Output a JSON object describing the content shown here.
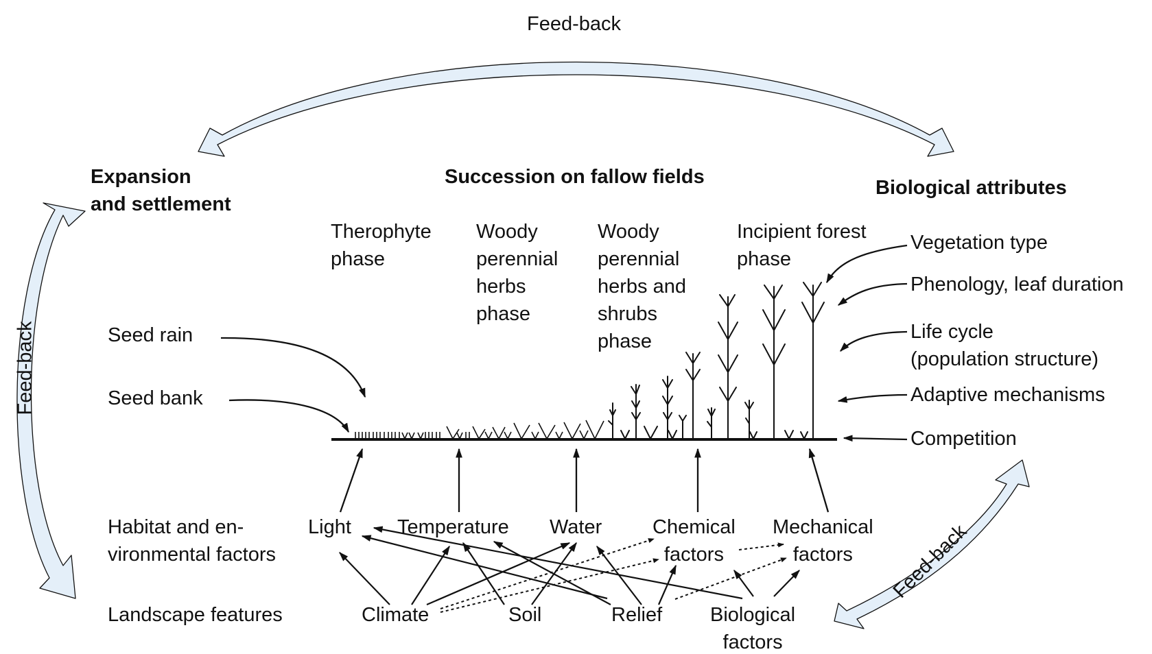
{
  "headings": {
    "expansion": "Expansion\nand settlement",
    "succession": "Succession on fallow fields",
    "biological": "Biological attributes"
  },
  "feedback": {
    "top": "Feed-back",
    "left": "Feed-back",
    "right": "Feed-back"
  },
  "phases": [
    {
      "label": "Therophyte\nphase"
    },
    {
      "label": "Woody\nperennial\nherbs\nphase"
    },
    {
      "label": "Woody\nperennial\nherbs and\nshrubs\nphase"
    },
    {
      "label": "Incipient forest\nphase"
    }
  ],
  "left_inputs": [
    {
      "label": "Seed rain"
    },
    {
      "label": "Seed bank"
    }
  ],
  "row_labels": {
    "habitat": "Habitat and en-\nvironmental factors",
    "landscape": "Landscape features"
  },
  "environmental_factors": [
    {
      "label": "Light"
    },
    {
      "label": "Temperature"
    },
    {
      "label": "Water"
    },
    {
      "label": "Chemical\nfactors"
    },
    {
      "label": "Mechanical\nfactors"
    }
  ],
  "landscape_features": [
    {
      "label": "Climate"
    },
    {
      "label": "Soil"
    },
    {
      "label": "Relief"
    },
    {
      "label": "Biological\nfactors"
    }
  ],
  "biological_attributes": [
    {
      "label": "Vegetation type"
    },
    {
      "label": "Phenology, leaf duration"
    },
    {
      "label": "Life cycle\n(population structure)"
    },
    {
      "label": "Adaptive mechanisms"
    },
    {
      "label": "Competition"
    }
  ],
  "colors": {
    "feedback_fill": "#e4eff9",
    "stroke": "#111111"
  }
}
